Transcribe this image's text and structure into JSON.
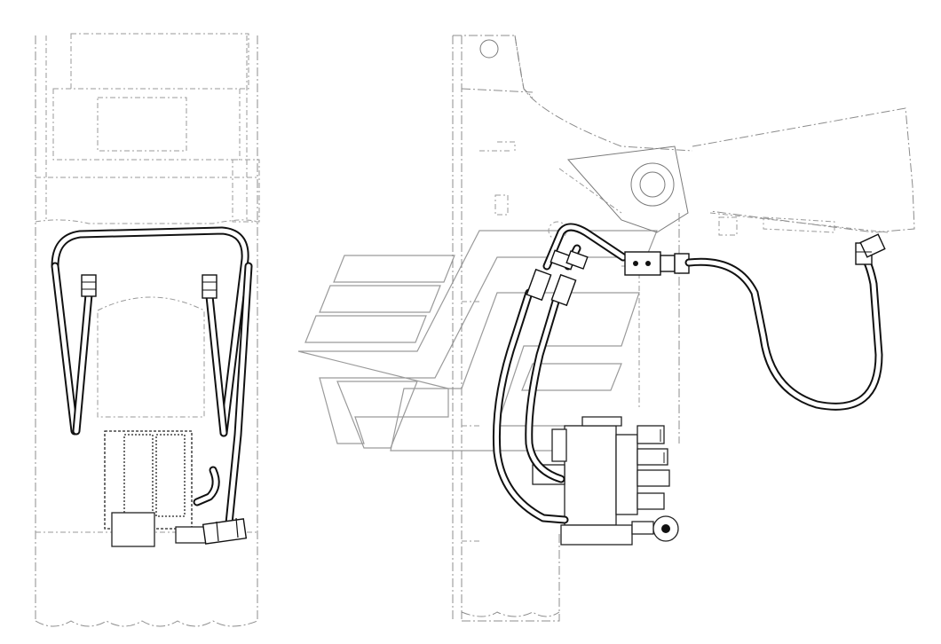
{
  "diagram": {
    "views": [
      "front-view",
      "side-view"
    ],
    "watermark": "logo",
    "colors": {
      "background": "#ffffff",
      "hose": "#111111",
      "frame": "#8c8c8c",
      "watermark": "#9a9a9a"
    },
    "parts": {
      "left_view": [
        "hose-loop",
        "hose-left",
        "hose-right",
        "hose-fitting-left",
        "hose-fitting-right",
        "control-valve",
        "hose-lower",
        "end-fitting"
      ],
      "right_view": [
        "hose-pair",
        "tee-fitting",
        "long-hose",
        "elbow-fitting",
        "control-valve-block",
        "pressure-gauge"
      ]
    }
  }
}
